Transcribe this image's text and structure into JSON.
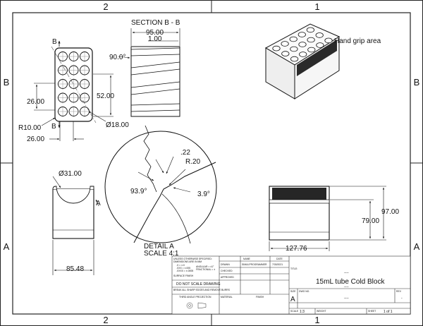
{
  "zones": {
    "top": [
      "2",
      "1"
    ],
    "bottom": [
      "2",
      "1"
    ],
    "left": [
      "B",
      "A"
    ],
    "right": [
      "B",
      "A"
    ]
  },
  "section": {
    "title": "SECTION B - B",
    "width": "95.00",
    "wall": "1.00",
    "angle": "90.0°"
  },
  "front_view": {
    "marker_top": "B",
    "marker_bottom": "B",
    "dim_height": "52.00",
    "dim_row_pitch": "26.00",
    "dim_col_pitch": "26.00",
    "dim_corner_radius": "R10.00",
    "dim_hole": "Ø18.00"
  },
  "iso_view": {
    "note": "Hand grip area"
  },
  "detail": {
    "dim_gap": ".22",
    "dim_radius": "R.20",
    "dim_angle_left": "93.9°",
    "dim_angle_right": "3.9°",
    "label": "DETAIL A",
    "scale": "SCALE 4:1"
  },
  "side_view": {
    "dim_hole": "Ø31.00",
    "dim_width": "85.48",
    "marker": "A"
  },
  "right_view": {
    "dim_total_height": "97.00",
    "dim_body_height": "79.00",
    "dim_width": "127.76"
  },
  "title_block": {
    "tolerance_notes": [
      "UNLESS OTHERWISE SPECIFIED:",
      "DIMENSIONS ARE IN MM",
      ".X = ±.0",
      ".XXX = ±.005",
      ".XXXX = ±.0005",
      "ANGULAR = ±1°",
      "FRACTIONAL = ±",
      "SURFACE FINISH"
    ],
    "do_not_scale": "DO NOT SCALE DRAWING",
    "break_edges": "BREAK ALL SHARP EDGES AND REMOVE BURRS",
    "projection": "THIRD ANGLE PROJECTION",
    "header_name": "NAME",
    "header_date": "DATE",
    "drawn_label": "DRAWN",
    "drawn_name": "SIMULPROGRAMMER",
    "drawn_date": "7/30/2021",
    "checked_label": "CHECKED",
    "approved_label": "APPROVED",
    "material_label": "MATERIAL",
    "finish_label": "FINISH",
    "title_label": "TITLE:",
    "title_dashes": "----",
    "title": "15mL tube Cold Block",
    "title_dashes_bottom": "----",
    "size_label": "SIZE",
    "size": "A",
    "dwg_label": "DWG NO.",
    "dwg_no": "----",
    "rev_label": "REV",
    "rev": "-",
    "scale_label": "SCALE",
    "scale": "1:3",
    "weight_label": "WEIGHT",
    "sheet_label": "SHEET",
    "sheet": "1 of 1"
  }
}
